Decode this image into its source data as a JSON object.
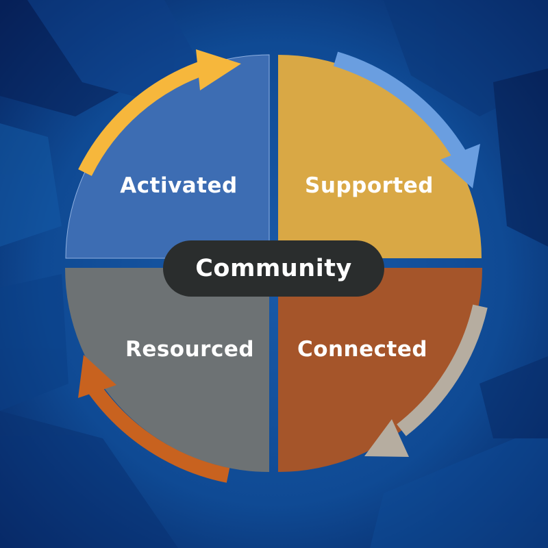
{
  "diagram": {
    "center_label": "Community",
    "quadrants": [
      {
        "id": "top-left",
        "label": "Activated",
        "color": "#3d6db3"
      },
      {
        "id": "top-right",
        "label": "Supported",
        "color": "#d9a845"
      },
      {
        "id": "bottom-left",
        "label": "Resourced",
        "color": "#6d7274"
      },
      {
        "id": "bottom-right",
        "label": "Connected",
        "color": "#a5552a"
      }
    ],
    "arrows": [
      {
        "id": "activated-to-supported",
        "color": "#f6b73c"
      },
      {
        "id": "supported-to-connected",
        "color": "#6a9ee0"
      },
      {
        "id": "connected-to-resourced",
        "color": "#b6ada0"
      },
      {
        "id": "resourced-to-activated",
        "color": "#c8621f"
      }
    ],
    "background_color": "#0d3f86"
  }
}
